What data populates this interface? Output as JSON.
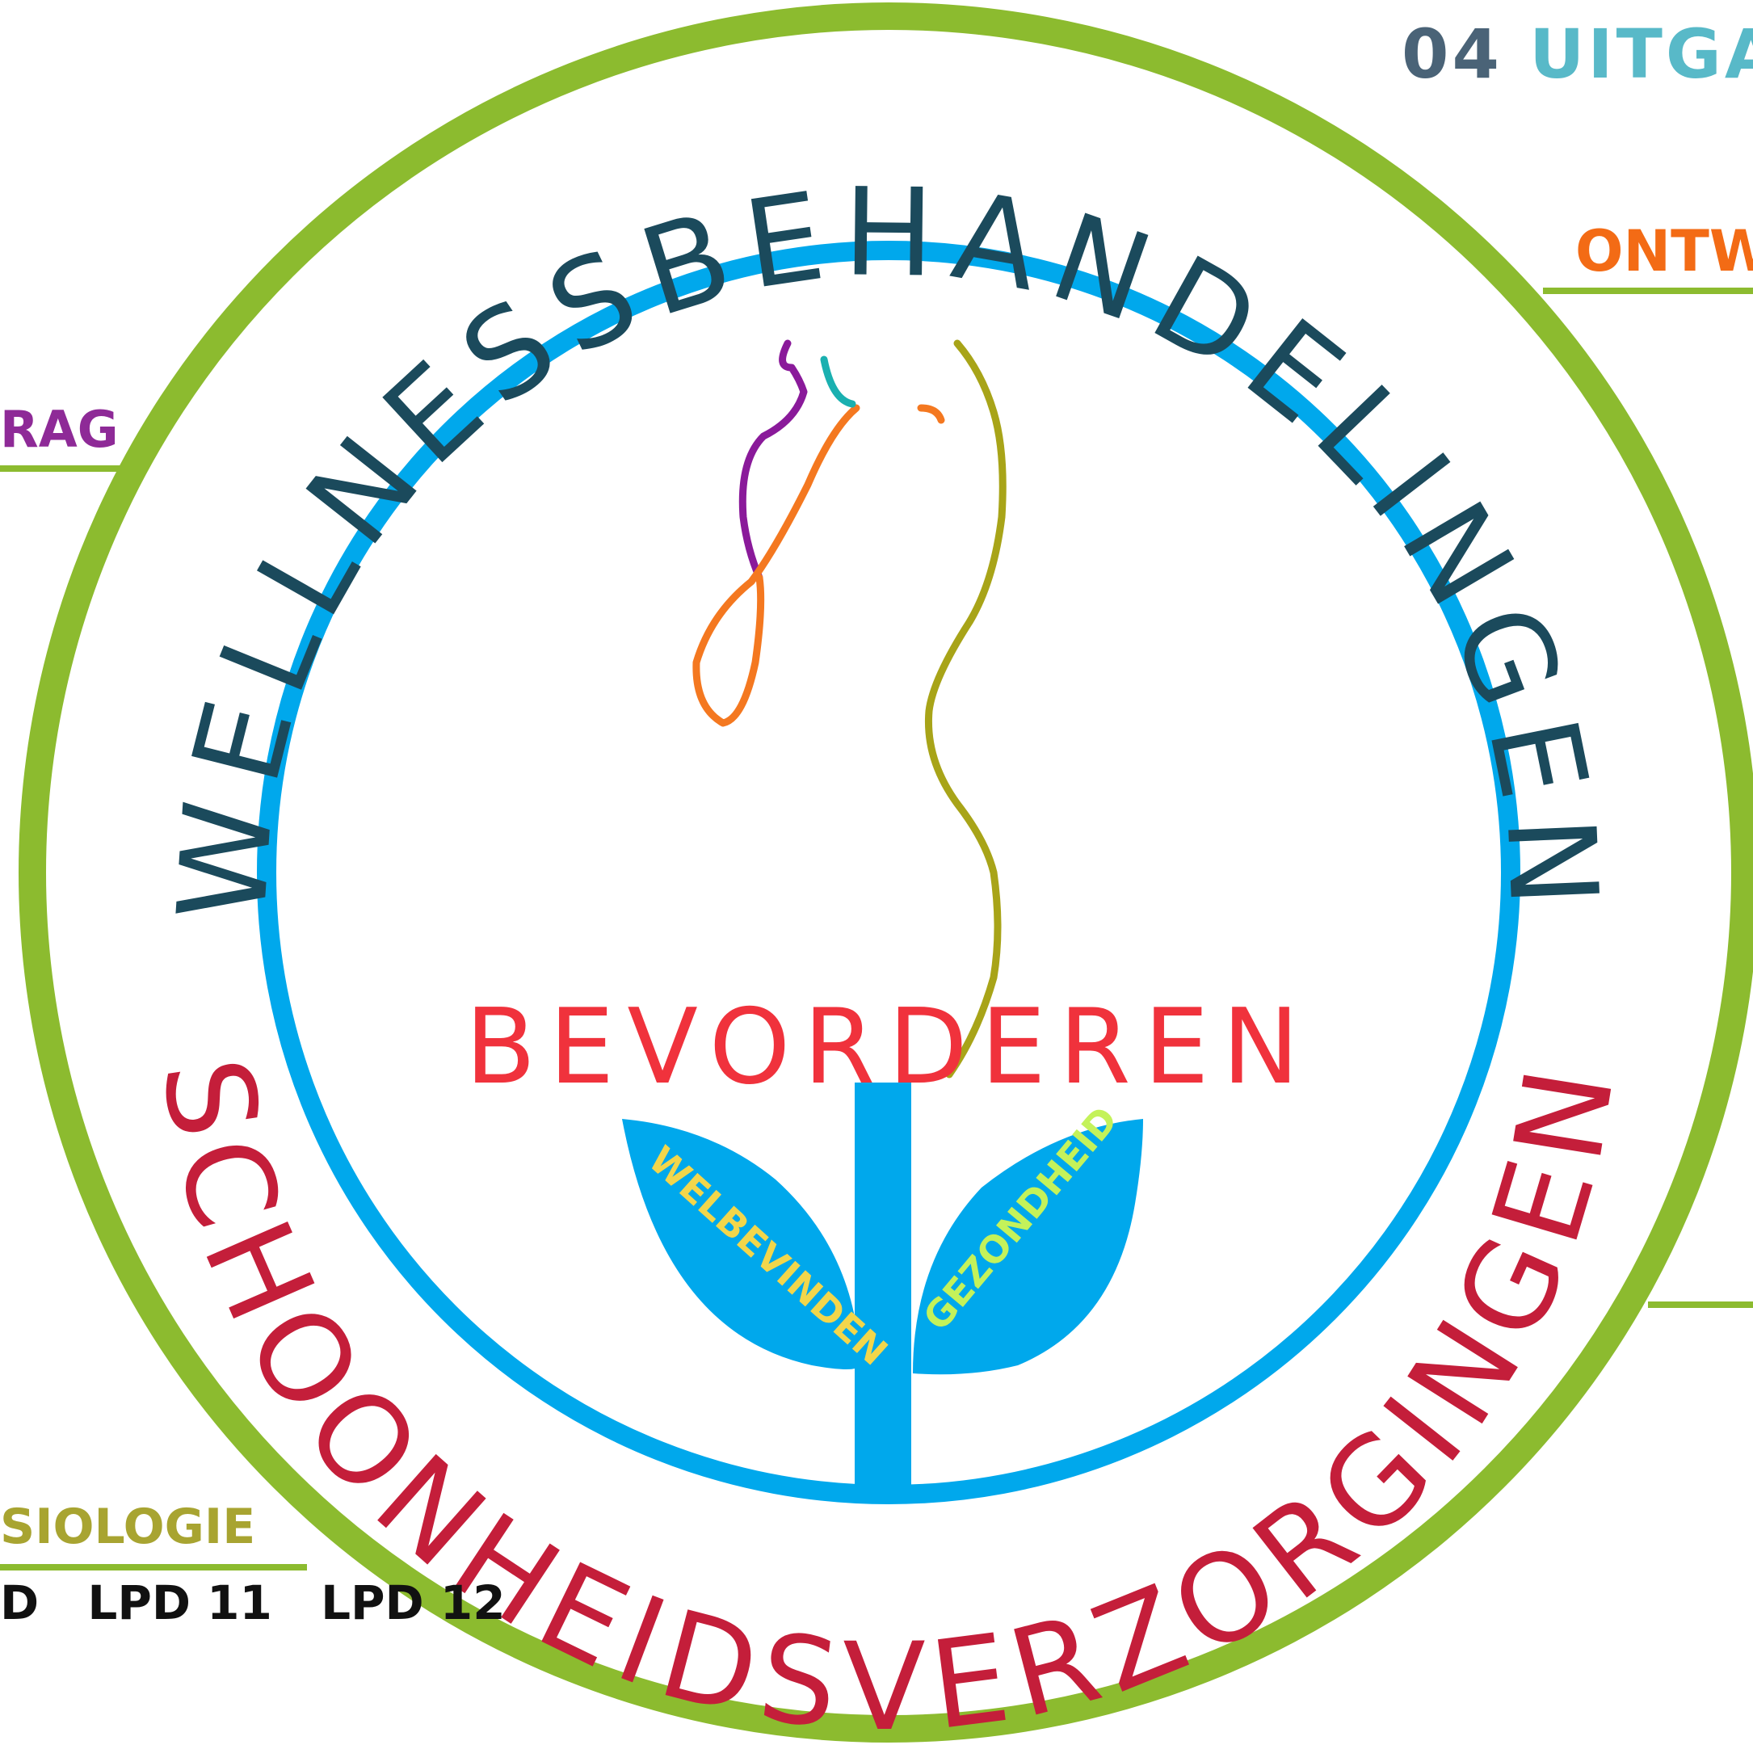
{
  "edge_labels": {
    "top_right_number": "04",
    "top_right_word": "UITGA",
    "right_orange": "ONTWI",
    "left_purple": "RAG",
    "left_olive": "SIOLOGIE",
    "bottom_left_lpd": [
      "D",
      "LPD 11",
      "LPD 12"
    ]
  },
  "seal": {
    "top_arc_text": "WELLNESSBEHANDELINGEN",
    "bottom_arc_text": "SCHOONHEIDSVERZORGINGEN",
    "center_word": "BEVORDEREN",
    "leaf_left_text": "WELBEVINDEN",
    "leaf_right_text": "GEZONDHEID"
  },
  "colors": {
    "outer_ring": "#8cbb2f",
    "inner_ring": "#00a8ec",
    "top_text": "#1b4a5c",
    "bottom_text": "#c41e3a",
    "center_text": "#f0323c",
    "leaf_left_text": "#f2d64b",
    "leaf_right_text": "#c4f25a",
    "connector_lines": "#8cbb2f"
  }
}
